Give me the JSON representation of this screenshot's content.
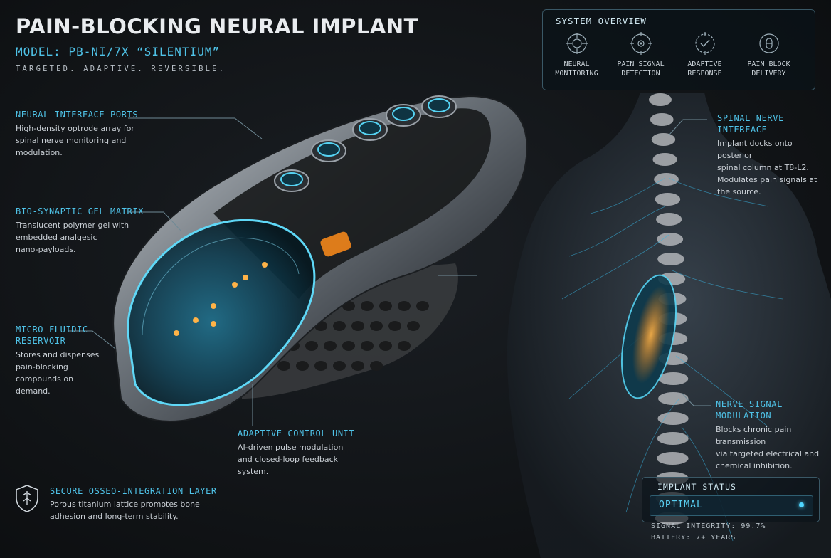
{
  "header": {
    "title": "PAIN-BLOCKING NEURAL IMPLANT",
    "model": "MODEL: PB-NI/7X “SILENTIUM”",
    "tagline": "TARGETED. ADAPTIVE. REVERSIBLE."
  },
  "callouts": {
    "neural_ports": {
      "title": "NEURAL INTERFACE PORTS",
      "desc": [
        "High-density optrode array for",
        "spinal nerve monitoring and",
        "modulation."
      ]
    },
    "gel_matrix": {
      "title": "BIO-SYNAPTIC GEL MATRIX",
      "desc": [
        "Translucent polymer gel with",
        "embedded analgesic",
        "nano-payloads."
      ]
    },
    "reservoir": {
      "title": [
        "MICRO-FLUIDIC",
        "RESERVOIR"
      ],
      "desc": [
        "Stores and dispenses",
        "pain-blocking",
        "compounds on",
        "demand."
      ]
    },
    "control_unit": {
      "title": "ADAPTIVE CONTROL UNIT",
      "desc": [
        "AI-driven pulse modulation",
        "and closed-loop feedback",
        "system."
      ]
    },
    "osseo": {
      "title": "SECURE OSSEO-INTEGRATION LAYER",
      "desc": [
        "Porous titanium lattice promotes bone",
        "adhesion and long-term stability."
      ]
    },
    "spinal_interface": {
      "title": "SPINAL NERVE INTERFACE",
      "desc": [
        "Implant docks onto posterior",
        "spinal column at T8-L2.",
        "Modulates pain signals at",
        "the source."
      ]
    },
    "modulation": {
      "title": "NERVE SIGNAL MODULATION",
      "desc": [
        "Blocks chronic pain transmission",
        "via targeted electrical and",
        "chemical inhibition."
      ]
    }
  },
  "overview": {
    "title": "SYSTEM OVERVIEW",
    "items": [
      {
        "label": [
          "NEURAL",
          "MONITORING"
        ],
        "icon": "neural-monitoring-icon"
      },
      {
        "label": [
          "PAIN SIGNAL",
          "DETECTION"
        ],
        "icon": "signal-detection-icon"
      },
      {
        "label": [
          "ADAPTIVE",
          "RESPONSE"
        ],
        "icon": "adaptive-response-icon"
      },
      {
        "label": [
          "PAIN BLOCK",
          "DELIVERY"
        ],
        "icon": "block-delivery-icon"
      }
    ]
  },
  "status": {
    "title": "IMPLANT STATUS",
    "value": "OPTIMAL",
    "signal_integrity": "SIGNAL INTEGRITY: 99.7%",
    "battery": "BATTERY: 7+ YEARS"
  },
  "colors": {
    "accent": "#4fc3e8",
    "glow_orange": "#ff9a2e",
    "panel_border": "#3a5866"
  }
}
